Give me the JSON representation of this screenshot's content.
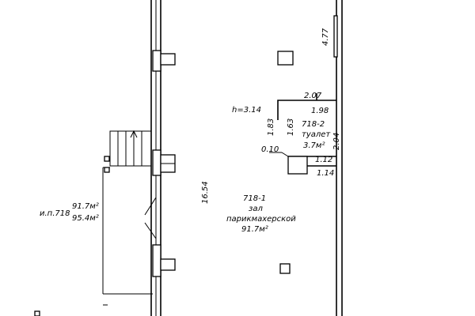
{
  "plan": {
    "height_note": "h=3.14",
    "dim_4_77": "4.77",
    "dim_2_07": "2.07",
    "dim_1_98": "1.98",
    "dim_1_83": "1.83",
    "dim_1_63": "1.63",
    "dim_2_04": "2.04",
    "dim_0_10": "0.10",
    "dim_1_12": "1.12",
    "dim_1_14": "1.14",
    "dim_16_54": "16.54",
    "room_718_2": {
      "number": "718-2",
      "name": "туалет",
      "area": "3.7м²"
    },
    "room_718_1": {
      "number": "718-1",
      "name_line1": "зал",
      "name_line2": "парикмахерской",
      "area": "91.7м²"
    },
    "premises": {
      "label": "и.п.718",
      "area_1": "91.7м²",
      "area_2": "95.4м²"
    }
  }
}
